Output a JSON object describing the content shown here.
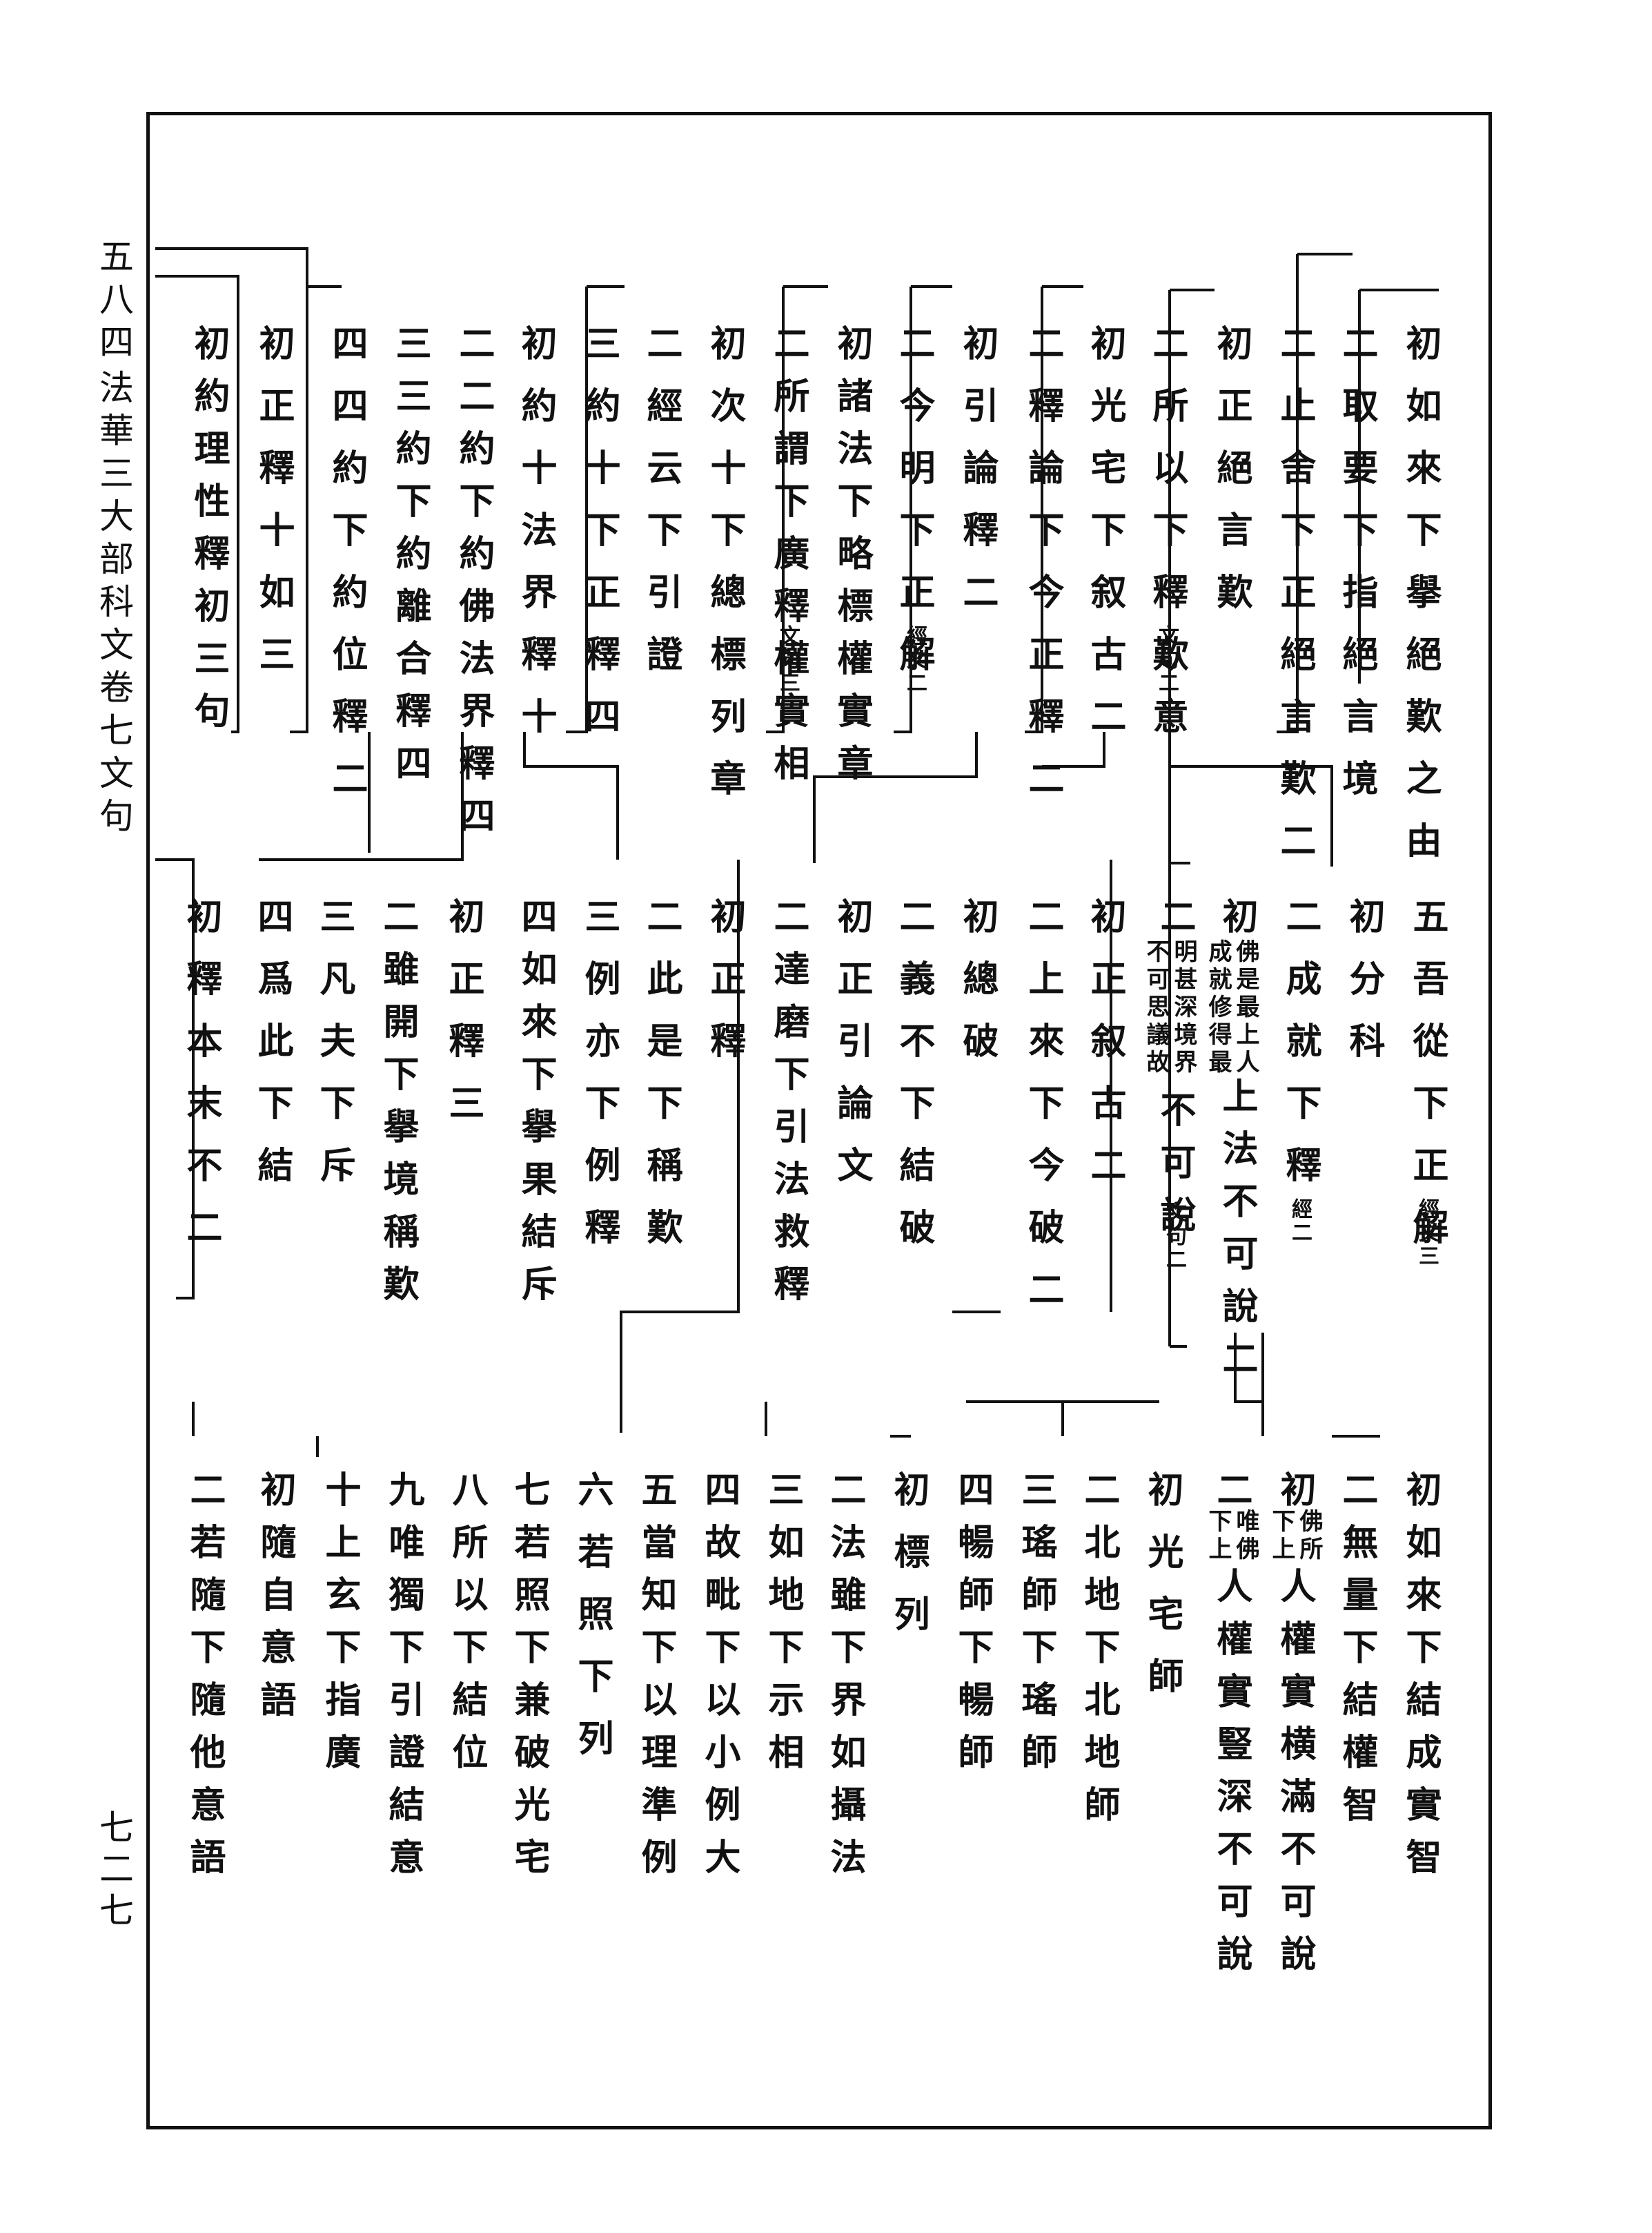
{
  "margin": {
    "page_number": "五八四",
    "book_title": "法華三大部科文卷七文句",
    "folio": "七二七"
  },
  "band1": [
    {
      "text": "初如來下擧絕歎之由"
    },
    {
      "text": "二取要下指絕言境"
    },
    {
      "text": "二止舍下正絕言歎二"
    },
    {
      "text": "初正絕言歎"
    },
    {
      "text": "二所以下釋歎意",
      "note": "文句二"
    },
    {
      "text": "初光宅下叙古二"
    },
    {
      "text": "二釋論下今正釋二"
    },
    {
      "text": "初引論釋二"
    },
    {
      "text": "二今明下正解",
      "note": "經文二"
    },
    {
      "text": "初諸法下略標權實章"
    },
    {
      "text": "二所謂下廣釋權實相",
      "note": "文句三"
    },
    {
      "text": "初次十下總標列章"
    },
    {
      "text": "二經云下引證"
    },
    {
      "text": "三約十下正釋四"
    },
    {
      "text": "初約十法界釋十"
    },
    {
      "text": "二二約下約佛法界釋四"
    },
    {
      "text": "三三約下約離合釋四"
    },
    {
      "text": "四四約下約位釋二"
    },
    {
      "text": "初正釋十如三"
    },
    {
      "text": "初約理性釋初三句"
    }
  ],
  "band2": [
    {
      "text": "五吾從下正解",
      "note": "經文三"
    },
    {
      "text": "初分科"
    },
    {
      "text": "二成就下釋",
      "note": "經二"
    },
    {
      "head": "初",
      "col_a": "佛是最上人",
      "col_b": "成就修得最",
      "text": "上法不可說二"
    },
    {
      "head": "二",
      "col_a": "明甚深境界",
      "col_b": "不可思議故",
      "text": "不可說",
      "note": "文句二"
    },
    {
      "text": "初正叙古二"
    },
    {
      "text": "二上來下今破二"
    },
    {
      "text": "初總破"
    },
    {
      "text": "二義不下結破"
    },
    {
      "text": "初正引論文"
    },
    {
      "text": "二達磨下引法救釋"
    },
    {
      "text": "初正釋"
    },
    {
      "text": "二此是下稱歎"
    },
    {
      "text": "三例亦下例釋"
    },
    {
      "text": "四如來下擧果結斥"
    },
    {
      "text": "初正釋三"
    },
    {
      "text": "二雖開下擧境稱歎"
    },
    {
      "text": "三凡夫下斥"
    },
    {
      "text": "四爲此下結"
    },
    {
      "text": "初釋本末不二"
    }
  ],
  "band3": [
    {
      "text": "初如來下結成實智"
    },
    {
      "text": "二無量下結權智"
    },
    {
      "head": "初",
      "col_a": "佛所",
      "col_b": "下上",
      "text": "人權實横滿不可說"
    },
    {
      "head": "二",
      "col_a": "唯佛",
      "col_b": "下上",
      "text": "人權實豎深不可說"
    },
    {
      "text": "初光宅師"
    },
    {
      "text": "二北地下北地師"
    },
    {
      "text": "三瑤師下瑤師"
    },
    {
      "text": "四暢師下暢師"
    },
    {
      "text": "初標列"
    },
    {
      "text": "二法雖下界如攝法"
    },
    {
      "text": "三如地下示相"
    },
    {
      "text": "四故毗下以小例大"
    },
    {
      "text": "五當知下以理準例"
    },
    {
      "text": "六若照下列"
    },
    {
      "text": "七若照下兼破光宅"
    },
    {
      "text": "八所以下結位"
    },
    {
      "text": "九唯獨下引證結意"
    },
    {
      "text": "十上玄下指廣"
    },
    {
      "text": "初隨自意語"
    },
    {
      "text": "二若隨下隨他意語"
    }
  ]
}
